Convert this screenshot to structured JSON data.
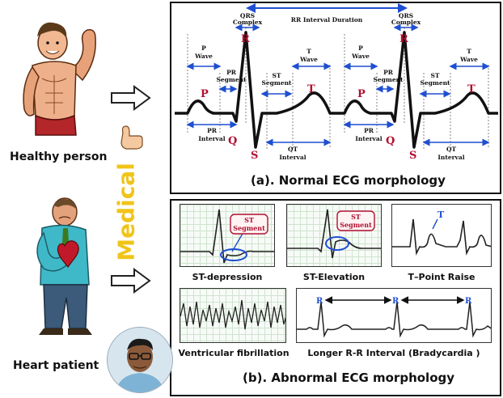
{
  "left": {
    "healthy_label": "Healthy person",
    "patient_label": "Heart patient",
    "watermark": "Medical"
  },
  "normal": {
    "caption": "(a). Normal ECG morphology",
    "rr_label": "RR Interval Duration",
    "p_wave": [
      "P",
      "Wave"
    ],
    "pr_segment": [
      "PR",
      "Segment"
    ],
    "qrs": [
      "QRS",
      "Complex"
    ],
    "st_segment": [
      "ST",
      "Segment"
    ],
    "t_wave": [
      "T",
      "Wave"
    ],
    "pr_interval": [
      "PR",
      "Interval"
    ],
    "qt_interval": [
      "QT",
      "Interval"
    ],
    "peaks": {
      "p": "P",
      "q": "Q",
      "r": "R",
      "s": "S",
      "t": "T"
    }
  },
  "abnormal": {
    "caption": "(b). Abnormal ECG morphology",
    "st_tag": [
      "ST",
      "Segment"
    ],
    "t_tag": "T",
    "r_tag": "R",
    "panels": {
      "st_depression": "ST-depression",
      "st_elevation": "ST-Elevation",
      "t_point": "T–Point Raise",
      "vfib": "Ventricular fibrillation",
      "brady": "Longer R-R Interval (Bradycardia )"
    }
  },
  "colors": {
    "wave": "#111111",
    "arrow_blue": "#1f4fd1",
    "peak_red": "#b01030",
    "watermark": "#f0c419"
  }
}
